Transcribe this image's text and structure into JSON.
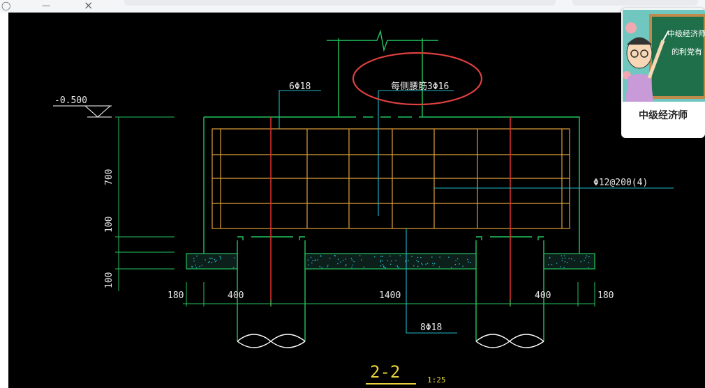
{
  "browser": {
    "icons": [
      "refresh-icon",
      "minimize-icon",
      "close-icon"
    ],
    "close_glyph": "×",
    "minimize_glyph": "—"
  },
  "drawing": {
    "elevation_label": "-0.500",
    "rebar_top": "6Φ18",
    "rebar_side": "每侧腰筋3Φ16",
    "stirrup": "Φ12@200(4)",
    "rebar_bottom": "8Φ18",
    "dim_vert_1": "700",
    "dim_vert_2": "100",
    "dim_vert_3": "100",
    "dim_h_1": "180",
    "dim_h_2": "400",
    "dim_h_3": "1400",
    "dim_h_4": "400",
    "dim_h_5": "180",
    "section_title": "2-2",
    "scale": "1:25",
    "colors": {
      "background": "#000000",
      "outline": "#22c55e",
      "dimension": "#22c55e",
      "rebar_grid": "#e0a03a",
      "leader": "#22b8c8",
      "rebar_vertical": "#e53030",
      "text": "#e8e8e8",
      "annotation_circle": "#e04040",
      "title": "#e8d23c"
    }
  },
  "ad": {
    "board_line1": "中级经济师",
    "board_line2": "的利党有",
    "caption": "中级经济师"
  }
}
